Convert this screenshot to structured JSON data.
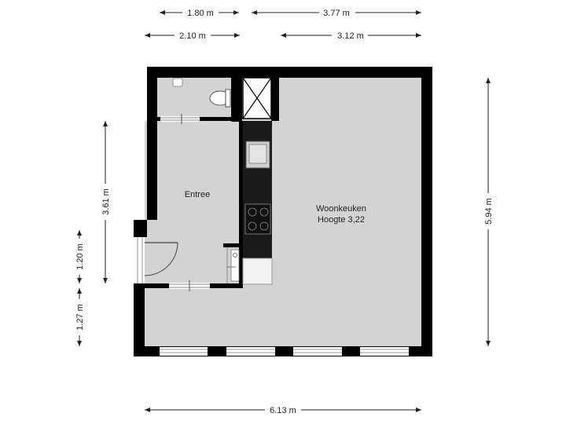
{
  "dimensions": {
    "top_row1": [
      "1.80 m",
      "3.77 m"
    ],
    "top_row2": [
      "2.10 m",
      "3.12 m"
    ],
    "left_outer": [
      "1.20 m",
      "1.27 m"
    ],
    "left_inner": "3.61 m",
    "right": "5.94 m",
    "bottom": "6.13 m"
  },
  "rooms": {
    "entree": "Entree",
    "woonkeuken": "Woonkeuken",
    "woonkeuken_height": "Hoogte 3,22"
  },
  "colors": {
    "wall": "#000000",
    "floor": "#d3d3d3",
    "dimension": "#222222"
  }
}
